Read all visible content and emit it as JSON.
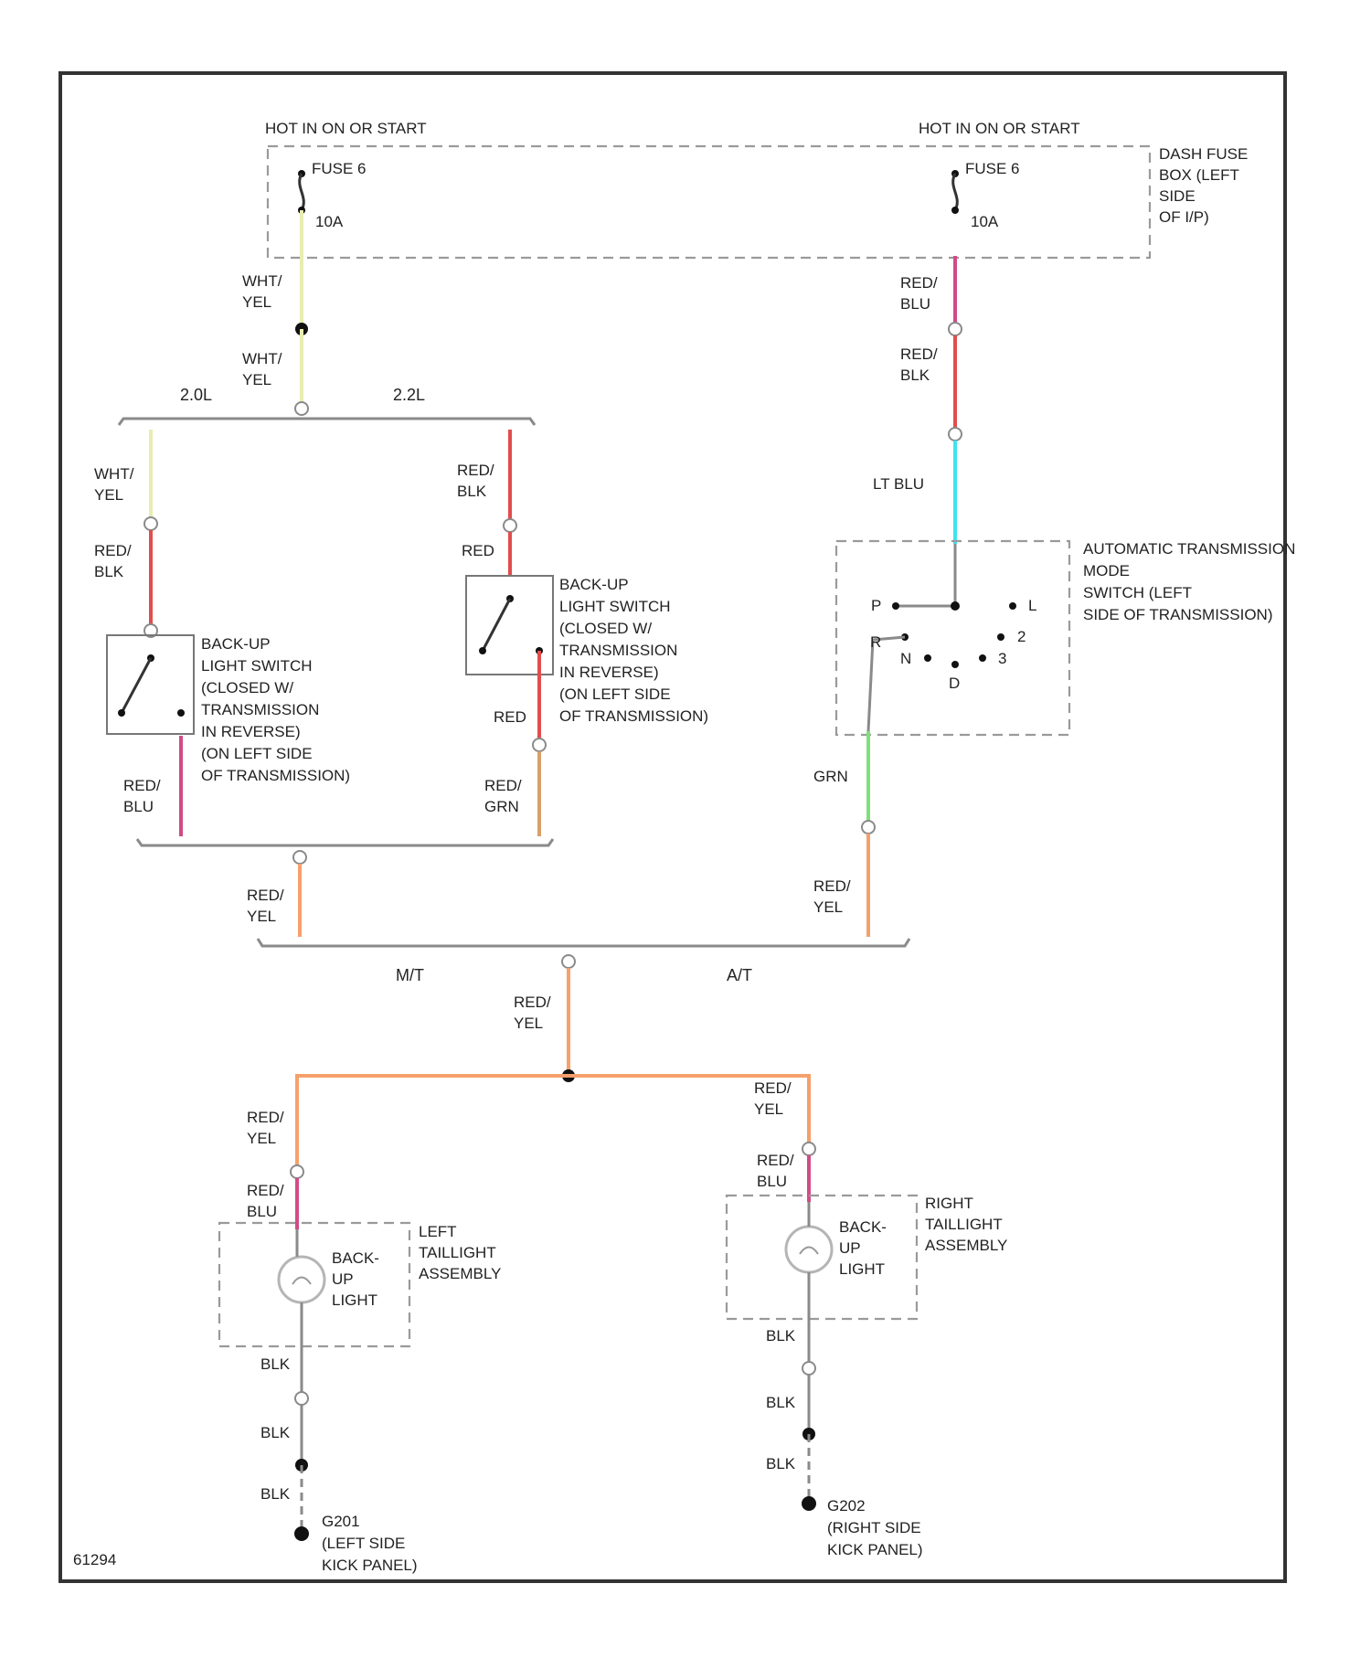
{
  "diagram": {
    "power": {
      "left_hot": "HOT IN ON OR START",
      "right_hot": "HOT IN ON OR START",
      "left_fuse": "FUSE 6",
      "left_amp": "10A",
      "right_fuse": "FUSE 6",
      "right_amp": "10A",
      "fuse_box": [
        "DASH FUSE",
        "BOX (LEFT",
        "SIDE",
        "OF I/P)"
      ]
    },
    "engine_split": {
      "left": "2.0L",
      "right": "2.2L"
    },
    "switch_left": [
      "BACK-UP",
      "LIGHT SWITCH",
      "(CLOSED W/",
      "TRANSMISSION",
      "IN REVERSE)",
      "(ON LEFT SIDE",
      "OF TRANSMISSION)"
    ],
    "switch_right": [
      "BACK-UP",
      "LIGHT SWITCH",
      "(CLOSED W/",
      "TRANSMISSION",
      "IN REVERSE)",
      "(ON LEFT SIDE",
      "OF TRANSMISSION)"
    ],
    "atm_switch": {
      "label": [
        "AUTOMATIC TRANSMISSION",
        "MODE",
        "SWITCH (LEFT",
        "SIDE OF TRANSMISSION)"
      ],
      "positions": {
        "p": "P",
        "l": "L",
        "r": "R",
        "two": "2",
        "n": "N",
        "three": "3",
        "d": "D"
      }
    },
    "trans_split": {
      "mt": "M/T",
      "at": "A/T"
    },
    "lamp_left": {
      "bulb": [
        "BACK-",
        "UP",
        "LIGHT"
      ],
      "assembly": [
        "LEFT",
        "TAILLIGHT",
        "ASSEMBLY"
      ]
    },
    "lamp_right": {
      "bulb": [
        "BACK-",
        "UP",
        "LIGHT"
      ],
      "assembly": [
        "RIGHT",
        "TAILLIGHT",
        "ASSEMBLY"
      ]
    },
    "ground_left": [
      "G201",
      "(LEFT SIDE",
      "KICK PANEL)"
    ],
    "ground_right": [
      "G202",
      "(RIGHT SIDE",
      "KICK PANEL)"
    ],
    "wires": {
      "wy1": [
        "WHT/",
        "YEL"
      ],
      "wy2": [
        "WHT/",
        "YEL"
      ],
      "wy3": [
        "WHT/",
        "YEL"
      ],
      "rb_a": [
        "RED/",
        "BLU"
      ],
      "rk_a": [
        "RED/",
        "BLK"
      ],
      "ltblu": "LT BLU",
      "rk_b": [
        "RED/",
        "BLK"
      ],
      "rk_c": [
        "RED/",
        "BLK"
      ],
      "red_a": "RED",
      "red_b": "RED",
      "rb_b": [
        "RED/",
        "BLU"
      ],
      "grn_a": [
        "RED/",
        "GRN"
      ],
      "grn": "GRN",
      "ry_a": [
        "RED/",
        "YEL"
      ],
      "ry_b": [
        "RED/",
        "YEL"
      ],
      "ry_c": [
        "RED/",
        "YEL"
      ],
      "ry_d": [
        "RED/",
        "YEL"
      ],
      "ry_e": [
        "RED/",
        "YEL"
      ],
      "rb_c": [
        "RED/",
        "BLU"
      ],
      "rb_d": [
        "RED/",
        "BLU"
      ],
      "blk": [
        "BLK",
        "BLK",
        "BLK",
        "BLK",
        "BLK",
        "BLK"
      ]
    },
    "figure_id": "61294"
  },
  "colors": {
    "wht_yel": "#e8edb0",
    "red_blu": "#d24b86",
    "red_blk": "#e24d4d",
    "lt_blu": "#3fe2f0",
    "red_grn": "#d9a06a",
    "grn": "#7fe07a",
    "red_yel": "#f6a06a",
    "gray": "#8a8a8a"
  }
}
